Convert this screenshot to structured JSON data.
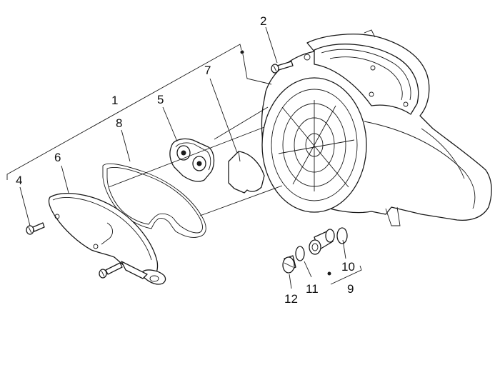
{
  "diagram": {
    "labels": {
      "l1": "1",
      "l2": "2",
      "l4": "4",
      "l5": "5",
      "l6": "6",
      "l7": "7",
      "l8": "8",
      "l9": "9",
      "l10": "10",
      "l11": "11",
      "l12": "12"
    }
  }
}
